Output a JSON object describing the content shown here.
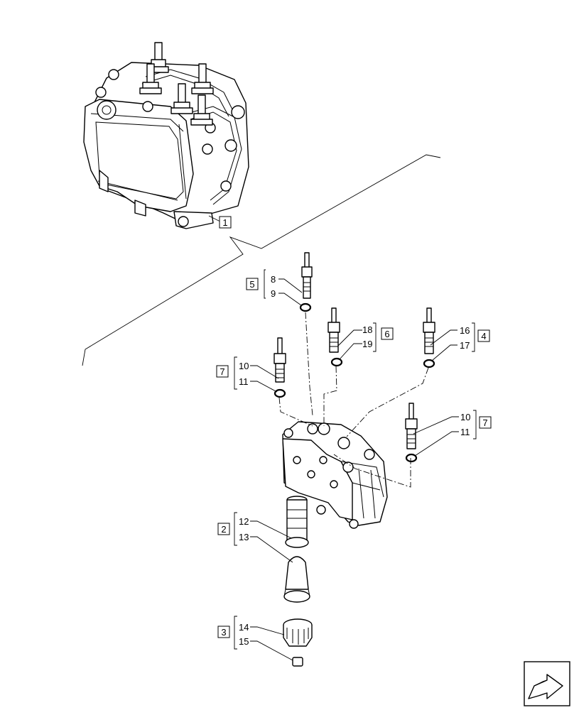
{
  "assembly_box": "1",
  "groups": [
    {
      "box": "5",
      "items": [
        "8",
        "9"
      ]
    },
    {
      "box": "6",
      "items": [
        "18",
        "19"
      ]
    },
    {
      "box": "4",
      "items": [
        "16",
        "17"
      ]
    },
    {
      "box": "7",
      "items": [
        "10",
        "11"
      ]
    },
    {
      "box": "7",
      "items": [
        "10",
        "11"
      ]
    },
    {
      "box": "2",
      "items": [
        "12",
        "13"
      ]
    },
    {
      "box": "3",
      "items": [
        "14",
        "15"
      ]
    }
  ],
  "nav_icon": "next-page-arrow-icon"
}
